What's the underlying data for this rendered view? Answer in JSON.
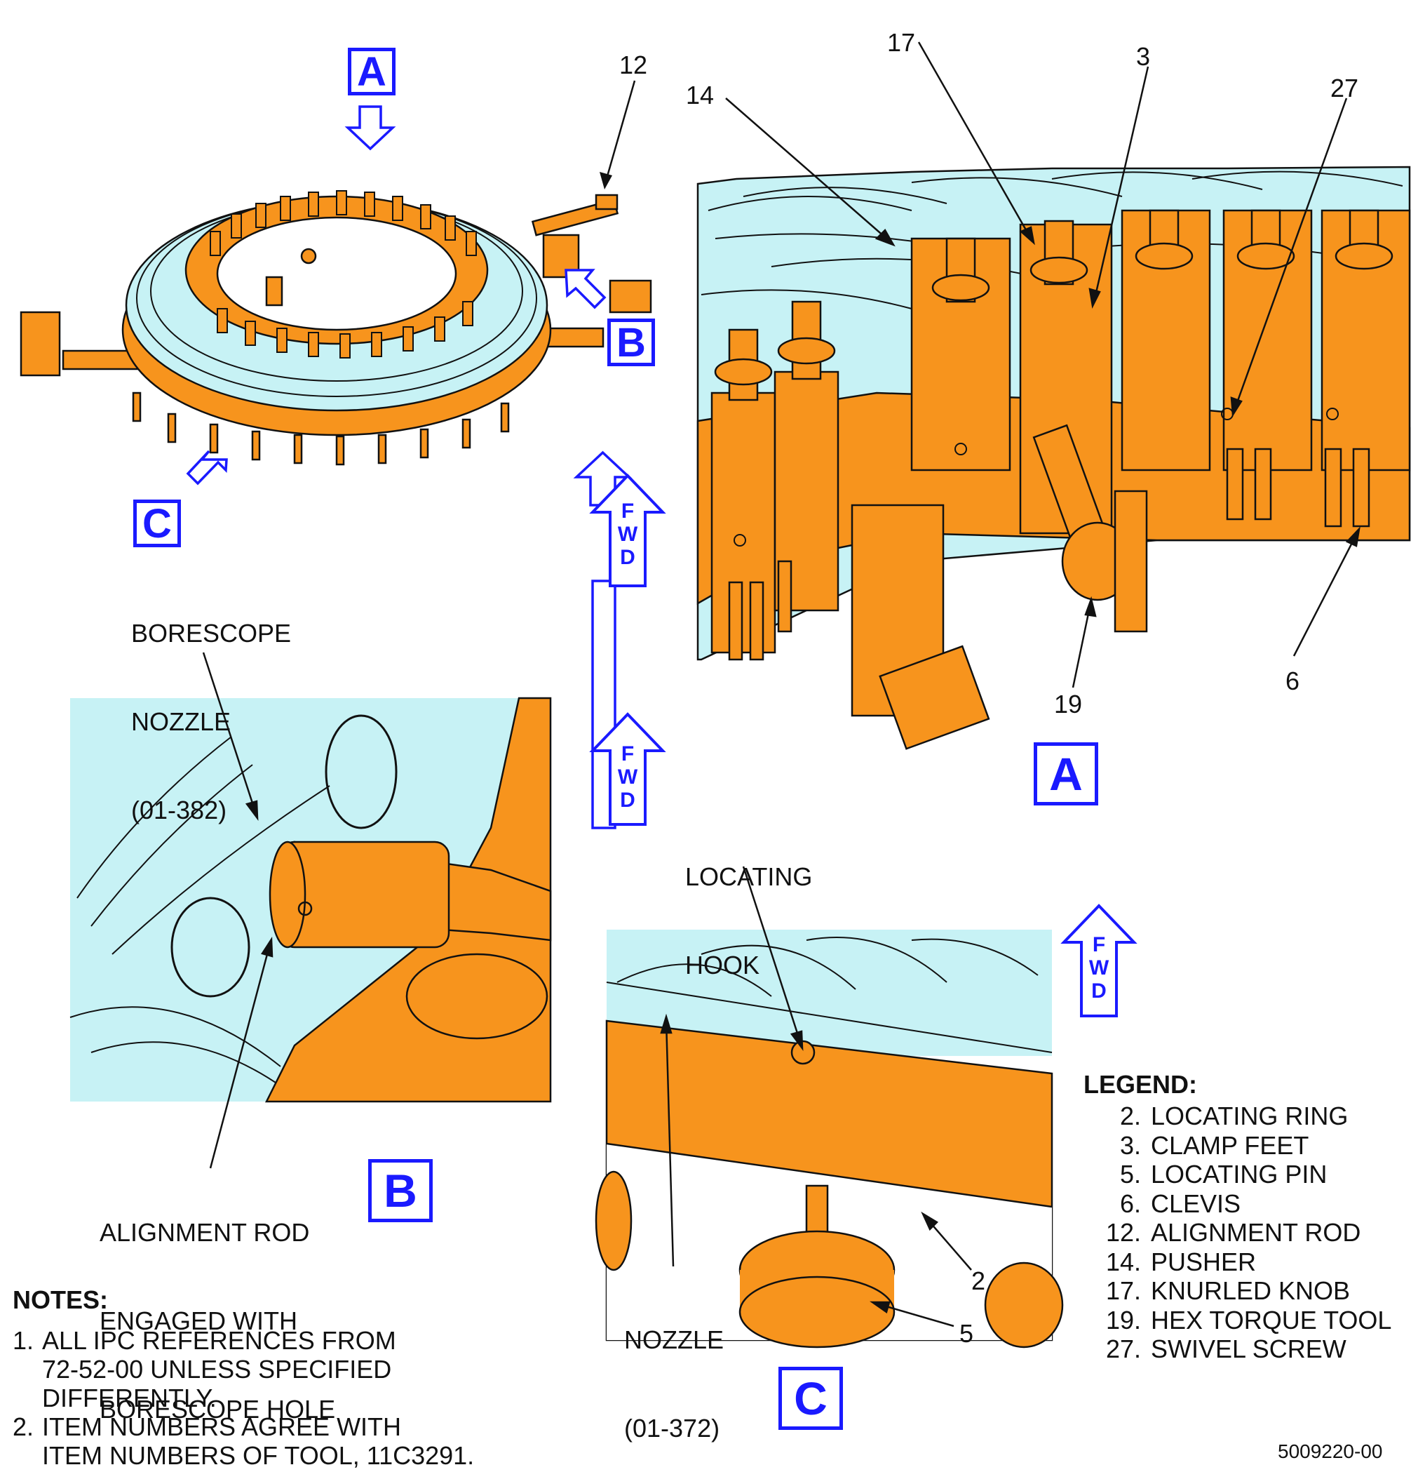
{
  "colors": {
    "tool_orange": "#f7941d",
    "engine_cyan": "#c7f2f5",
    "callout_blue": "#1a1aff",
    "line_black": "#111111"
  },
  "views": {
    "top_a": "A",
    "top_b": "B",
    "top_c": "C",
    "detail_a": "A",
    "detail_b": "B",
    "detail_c": "C"
  },
  "fwd": {
    "letters": [
      "F",
      "W",
      "D"
    ]
  },
  "callouts": {
    "c12": "12",
    "c14": "14",
    "c17": "17",
    "c3": "3",
    "c27": "27",
    "c19": "19",
    "c6": "6",
    "c2": "2",
    "c5": "5"
  },
  "labels": {
    "borescope_nozzle": [
      "BORESCOPE",
      "NOZZLE",
      "(01-382)"
    ],
    "alignment_rod": [
      "ALIGNMENT ROD",
      "ENGAGED WITH",
      "BORESCOPE HOLE"
    ],
    "locating_hook": [
      "LOCATING",
      "HOOK"
    ],
    "nozzle": [
      "NOZZLE",
      "(01-372)"
    ]
  },
  "legend": {
    "title": "LEGEND:",
    "items": [
      {
        "num": "2.",
        "text": "LOCATING RING"
      },
      {
        "num": "3.",
        "text": "CLAMP FEET"
      },
      {
        "num": "5.",
        "text": "LOCATING PIN"
      },
      {
        "num": "6.",
        "text": "CLEVIS"
      },
      {
        "num": "12.",
        "text": "ALIGNMENT ROD"
      },
      {
        "num": "14.",
        "text": "PUSHER"
      },
      {
        "num": "17.",
        "text": "KNURLED KNOB"
      },
      {
        "num": "19.",
        "text": "HEX TORQUE TOOL"
      },
      {
        "num": "27.",
        "text": "SWIVEL SCREW"
      }
    ]
  },
  "notes": {
    "title": "NOTES:",
    "items": [
      {
        "num": "1.",
        "lines": [
          "ALL IPC REFERENCES FROM",
          "72-52-00 UNLESS SPECIFIED",
          "DIFFERENTLY."
        ]
      },
      {
        "num": "2.",
        "lines": [
          "ITEM NUMBERS AGREE WITH",
          "ITEM NUMBERS OF TOOL, 11C3291."
        ]
      }
    ]
  },
  "figure_id": "5009220-00"
}
